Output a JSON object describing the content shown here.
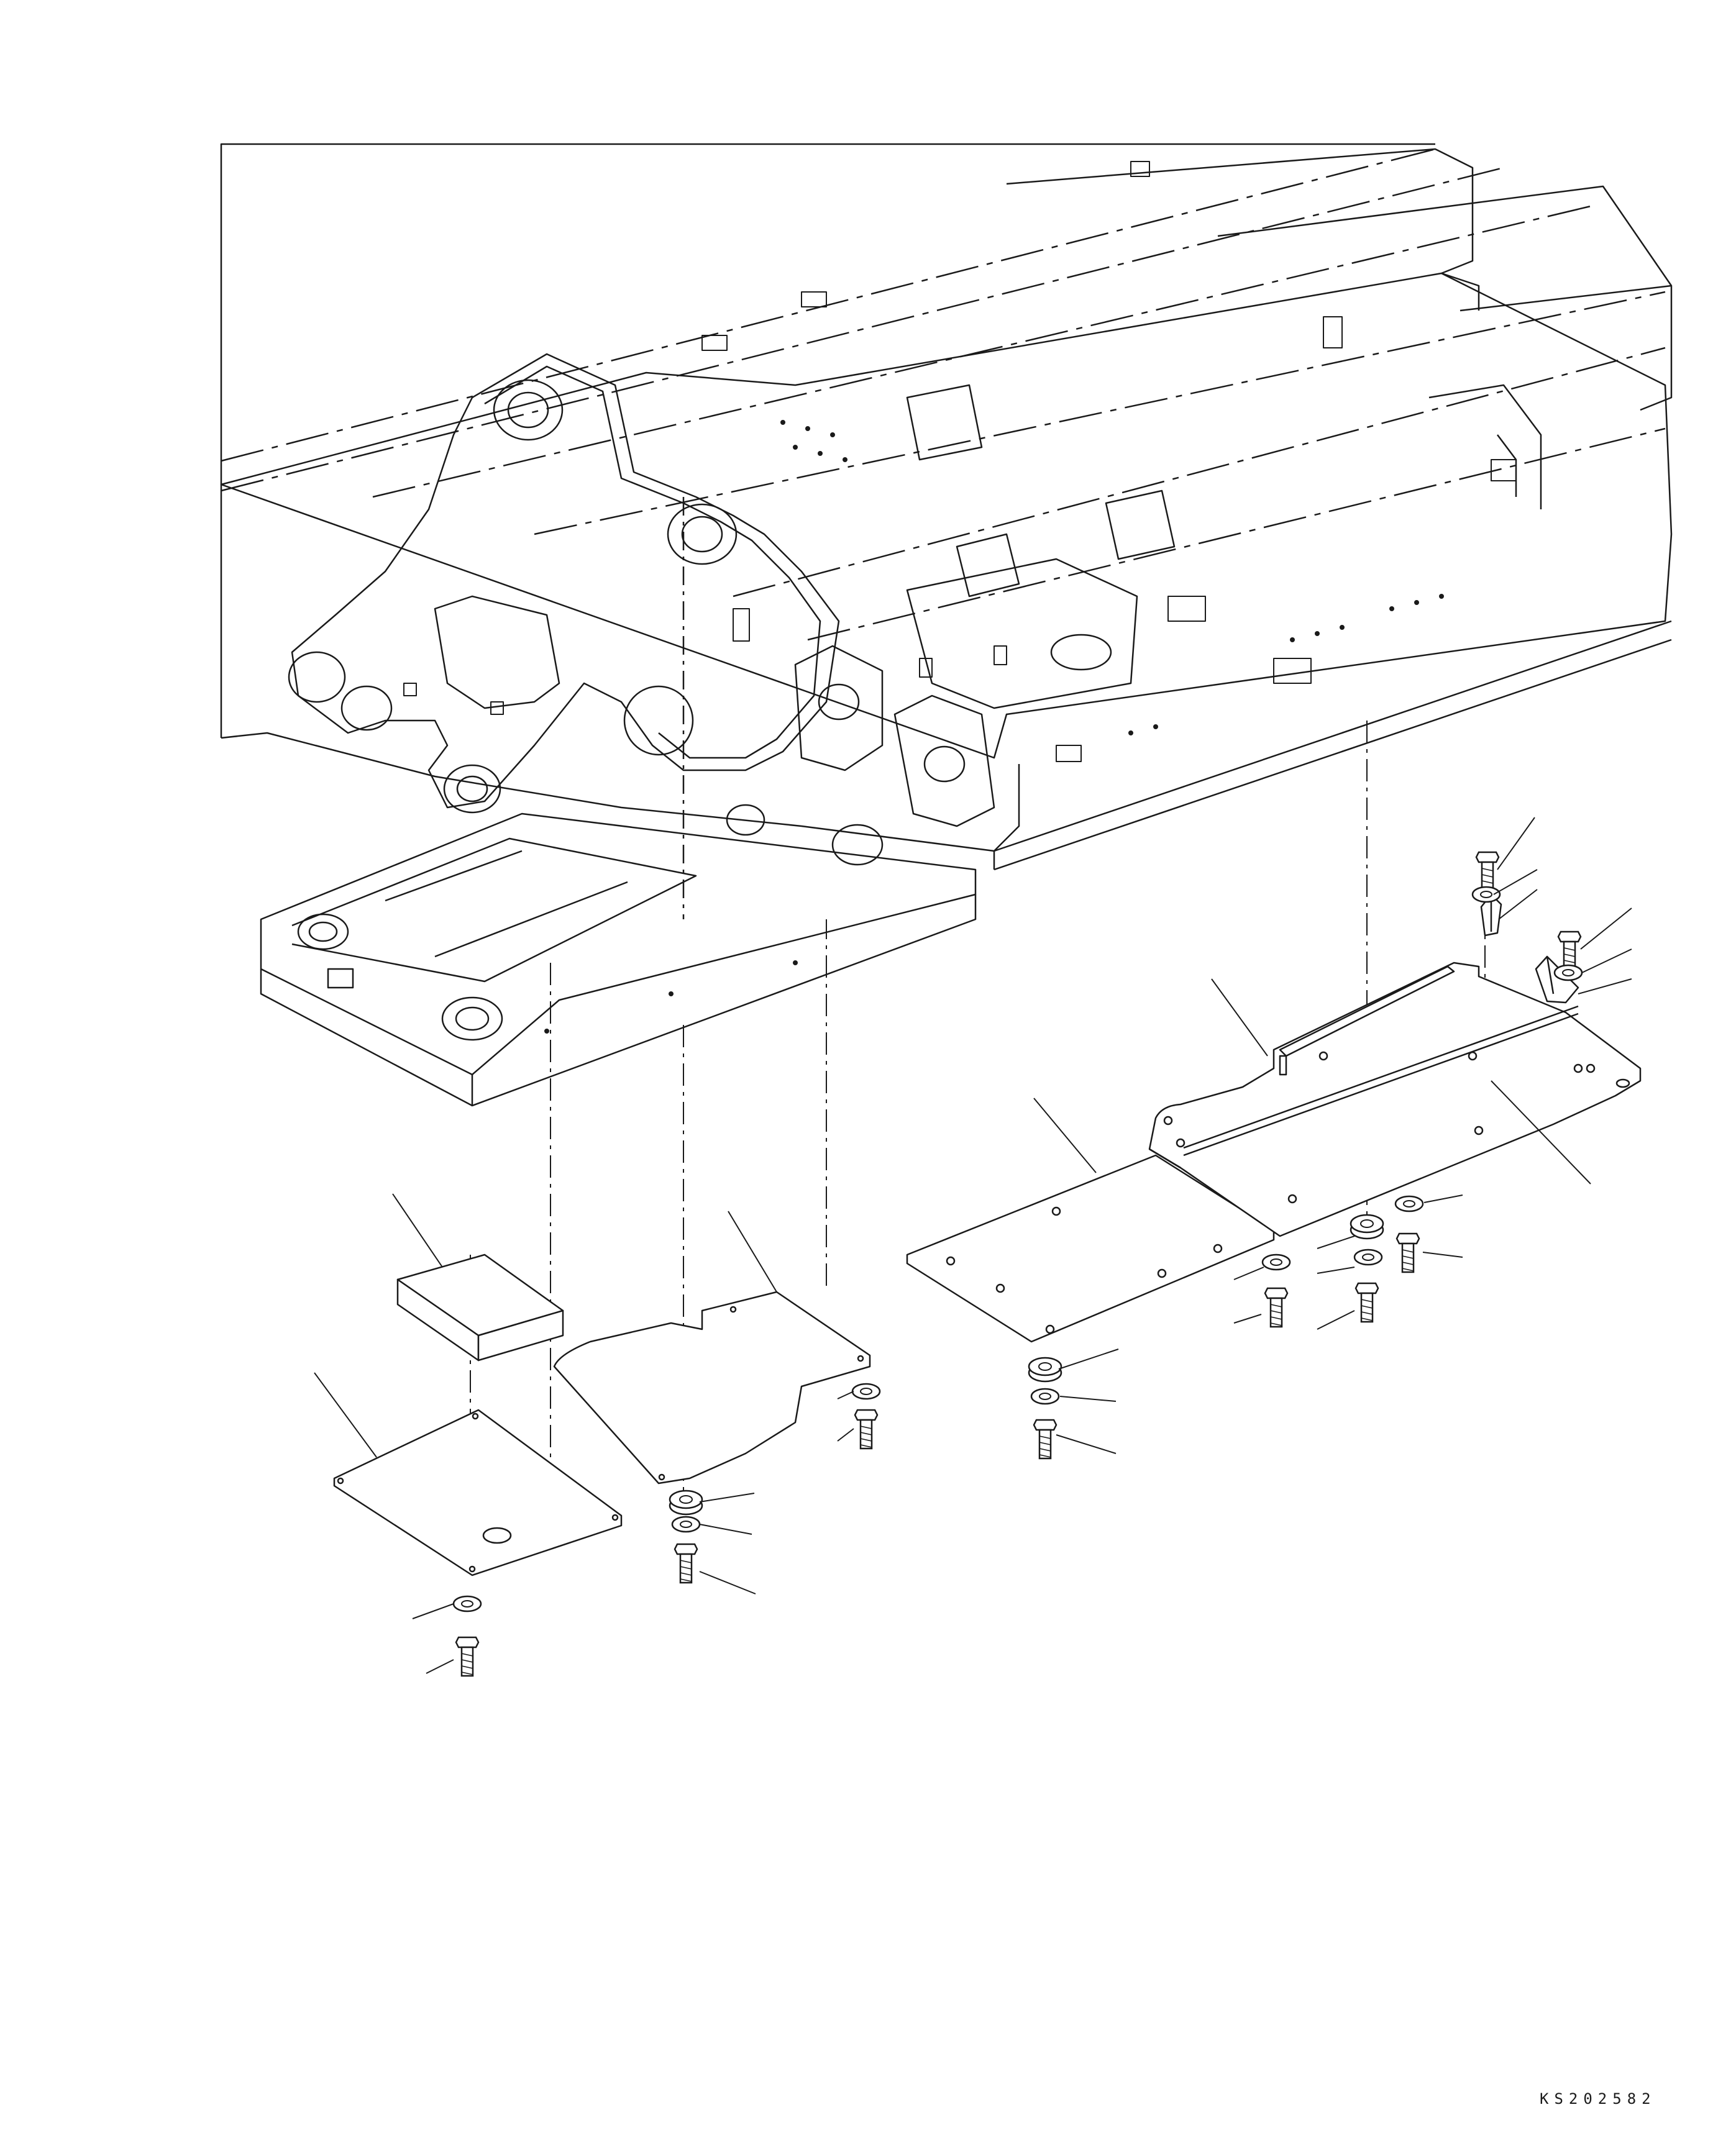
{
  "drawing": {
    "id": "KS202582",
    "line_color": "#1a1a1a",
    "background": "#ffffff",
    "parts": [
      {
        "name": "main-frame",
        "icon": "excavator-frame-icon"
      },
      {
        "name": "cover-pad",
        "icon": "pad-block-icon"
      },
      {
        "name": "left-under-cover",
        "icon": "plate-icon"
      },
      {
        "name": "center-under-cover",
        "icon": "plate-icon"
      },
      {
        "name": "front-under-cover",
        "icon": "plate-icon"
      },
      {
        "name": "rear-under-cover",
        "icon": "plate-icon"
      },
      {
        "name": "side-plate",
        "icon": "plate-icon"
      },
      {
        "name": "bracket-left",
        "icon": "bracket-icon"
      },
      {
        "name": "bracket-right",
        "icon": "bracket-icon"
      },
      {
        "name": "bolts",
        "icon": "bolt-icon"
      },
      {
        "name": "washers",
        "icon": "washer-icon"
      }
    ]
  }
}
